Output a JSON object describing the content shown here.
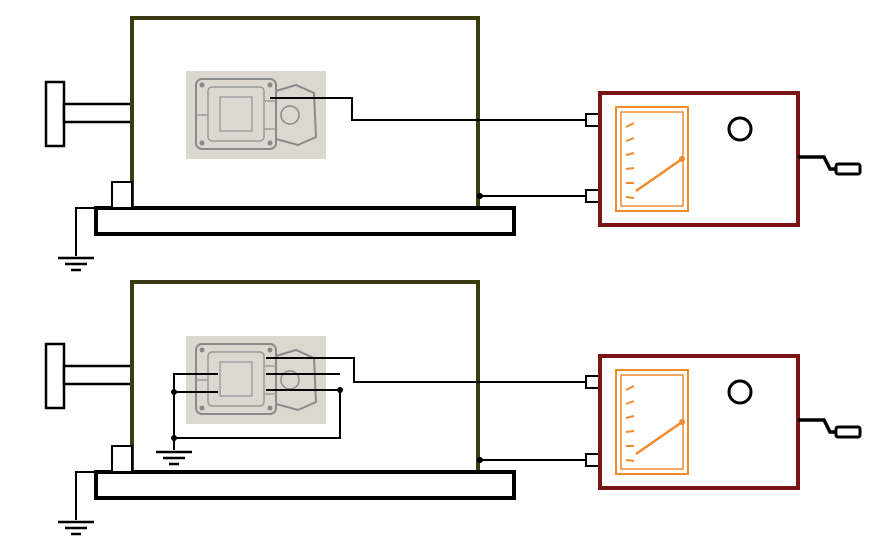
{
  "diagram": {
    "colors": {
      "housing": "#3b3b12",
      "wire": "#000000",
      "meter_frame": "#7a1414",
      "meter_face": "#f08a2c",
      "photo_bg": "#dcd8cf",
      "photo_line": "#8a8a8a"
    },
    "setups": [
      {
        "id": "top",
        "test": "winding-to-frame"
      },
      {
        "id": "bottom",
        "test": "windings-shorted-to-ground"
      }
    ]
  }
}
